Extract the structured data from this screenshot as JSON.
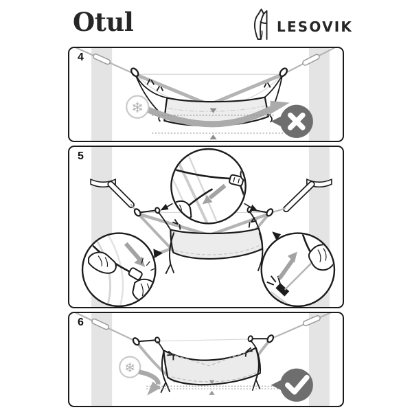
{
  "header": {
    "product_name": "Otul",
    "brand": "LESOVIK"
  },
  "panels": [
    {
      "number": "4"
    },
    {
      "number": "5"
    },
    {
      "number": "6"
    }
  ],
  "icons": {
    "snowflake": "❄"
  },
  "colors": {
    "ink": "#1c1c1c",
    "badge_gray": "#6e6e6e",
    "suspension_gray": "#b4b4b4",
    "trunk_gray": "#e4e4e4",
    "underquilt_gray": "#ededed",
    "arrow_gray": "#a8a8a8",
    "snowflake_gray": "#b2b2b2"
  }
}
